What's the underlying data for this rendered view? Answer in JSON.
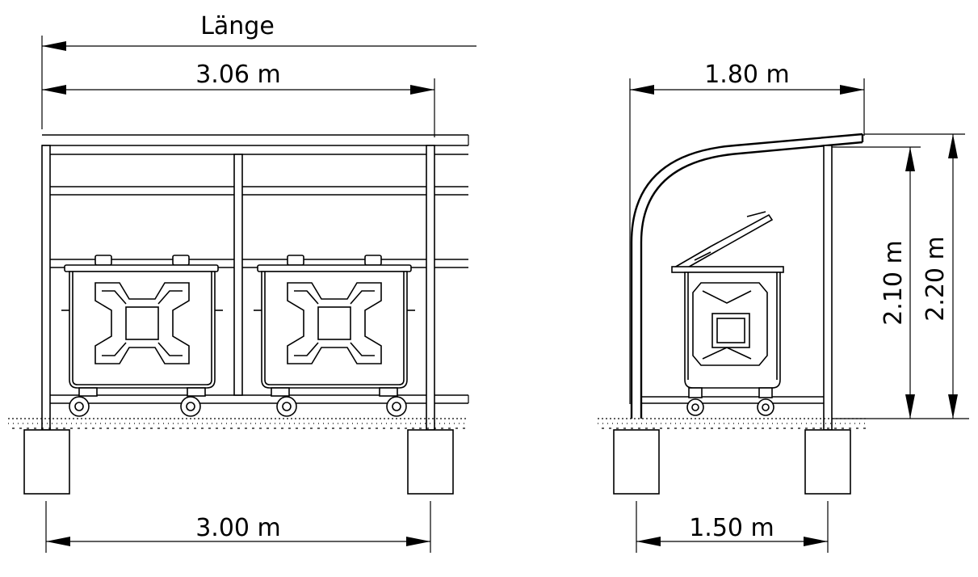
{
  "labels": {
    "length": "Länge",
    "front_top_width": "3.06 m",
    "front_bottom_width": "3.00 m",
    "side_top_width": "1.80 m",
    "side_bottom_width": "1.50 m",
    "height_inner": "2.10 m",
    "height_outer": "2.20 m"
  }
}
